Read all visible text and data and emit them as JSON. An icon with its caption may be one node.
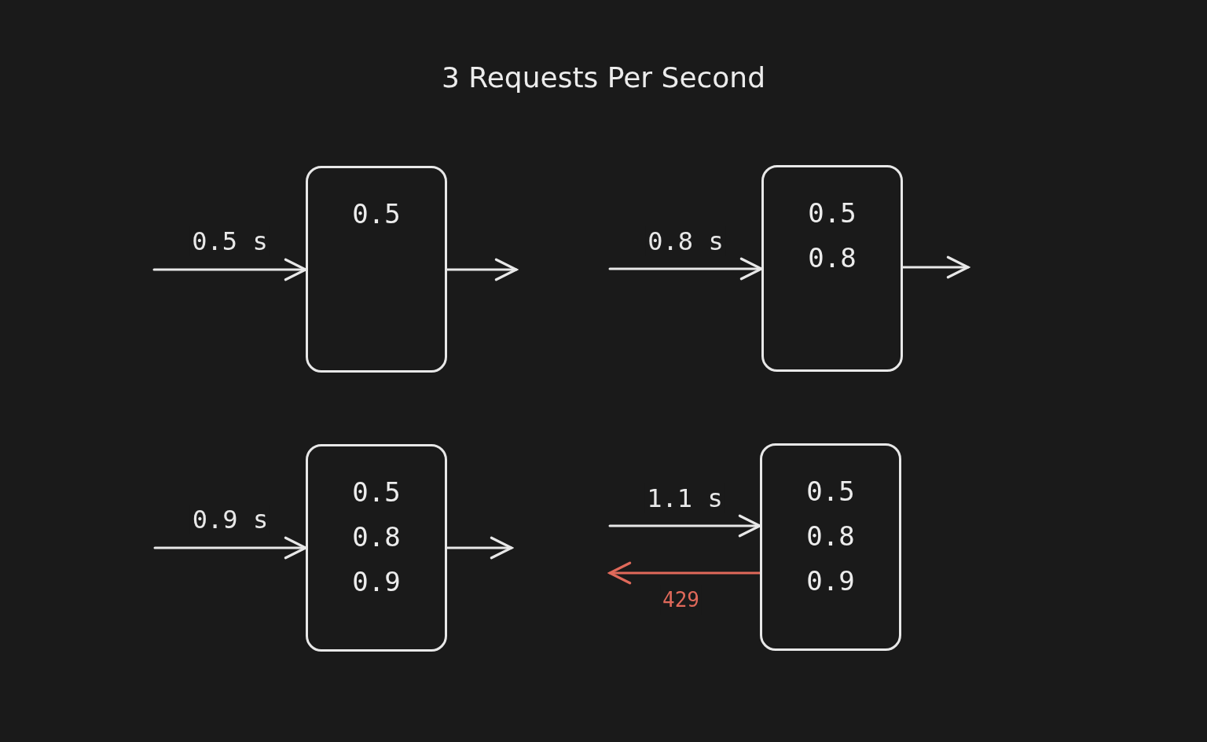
{
  "diagram": {
    "title": "3 Requests Per Second",
    "nodes": [
      {
        "text": [
          "0.5"
        ]
      },
      {
        "text": [
          "0.5",
          "0.8"
        ]
      },
      {
        "text": [
          "0.5",
          "0.8",
          "0.9"
        ]
      },
      {
        "text": [
          "0.5",
          "0.8",
          "0.9"
        ]
      }
    ],
    "edges": [
      {
        "from": null,
        "to": 0,
        "arrow": "to",
        "label": "0.5 s"
      },
      {
        "from": 0,
        "to": null,
        "arrow": "to"
      },
      {
        "from": null,
        "to": 1,
        "arrow": "to",
        "label": "0.8 s"
      },
      {
        "from": 1,
        "to": null,
        "arrow": "to"
      },
      {
        "from": null,
        "to": 2,
        "arrow": "to",
        "label": "0.9 s"
      },
      {
        "from": 2,
        "to": null,
        "arrow": "to"
      },
      {
        "from": null,
        "to": 3,
        "arrow": "to",
        "label": "1.1 s"
      },
      {
        "from": 3,
        "to": null,
        "arrow": "to",
        "label": "429",
        "color": "#e0695a"
      }
    ]
  }
}
